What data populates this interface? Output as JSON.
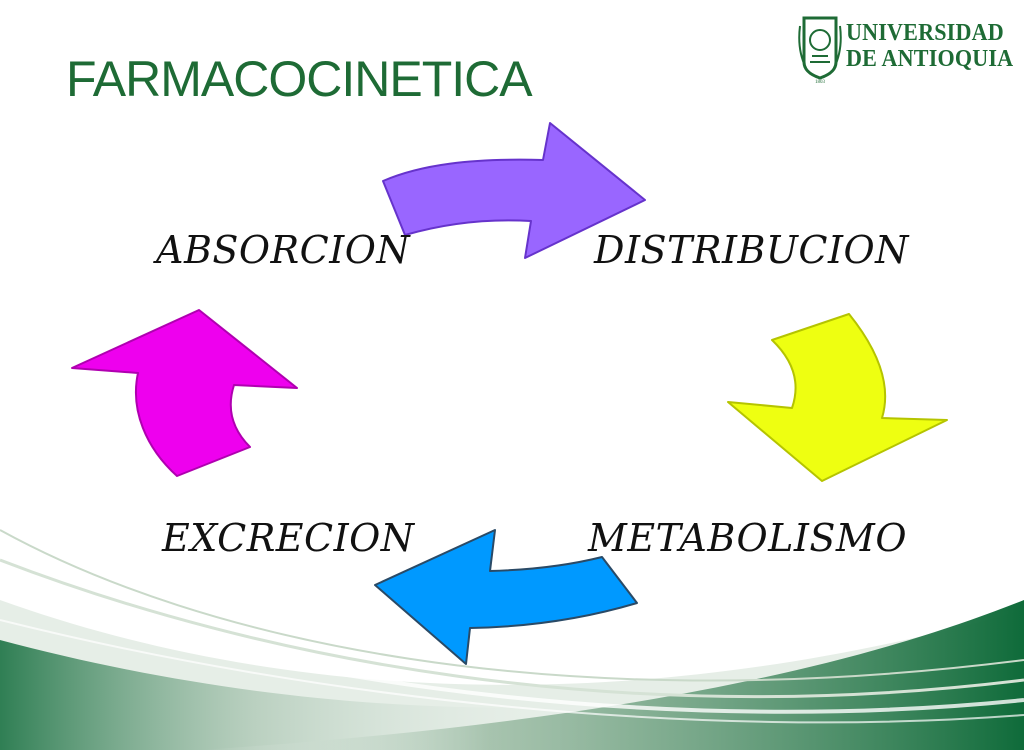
{
  "slide": {
    "title": "FARMACOCINETICA",
    "title_color": "#1e6b35"
  },
  "logo": {
    "line1": "UNIVERSIDAD",
    "line2": "DE ANTIOQUIA",
    "seal_year": "1803",
    "color": "#1e6b35"
  },
  "cycle": {
    "stages": [
      "ABSORCION",
      "DISTRIBUCION",
      "METABOLISMO",
      "EXCRECION"
    ],
    "arrows": [
      {
        "name": "absorcion-to-distribucion",
        "color": "#9966ff",
        "stroke": "#6633cc"
      },
      {
        "name": "distribucion-to-metabolismo",
        "color": "#eeff11",
        "stroke": "#b5c400"
      },
      {
        "name": "metabolismo-to-excrecion",
        "color": "#0099ff",
        "stroke": "#2a4a66"
      },
      {
        "name": "excrecion-to-absorcion",
        "color": "#ee00ee",
        "stroke": "#b000b0"
      }
    ]
  },
  "theme": {
    "swoosh_dark": "#0f6b3a",
    "swoosh_light": "#c9d9c9"
  }
}
